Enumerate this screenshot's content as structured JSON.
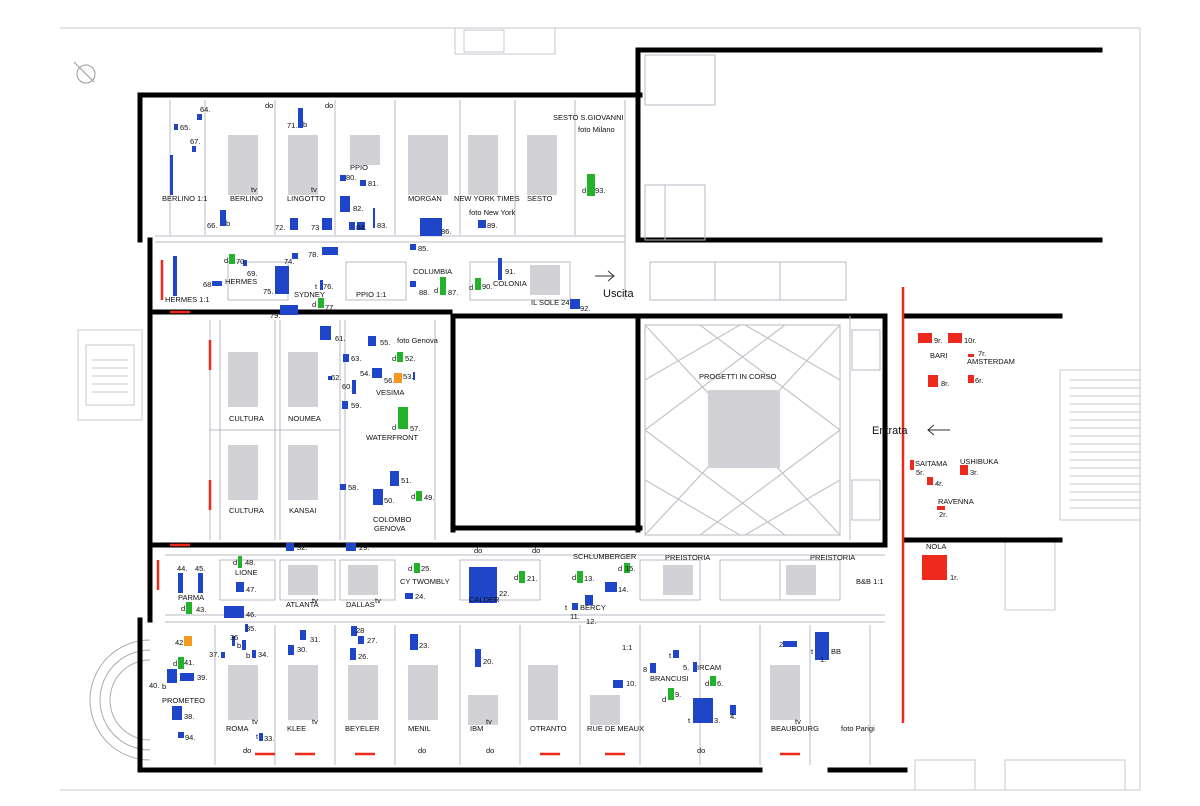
{
  "labels": {
    "berlino_1_1": "BERLINO 1:1",
    "berlino": "BERLINO",
    "lingotto": "LINGOTTO",
    "ppio_top": "PPIO",
    "morgan": "MORGAN",
    "new_york_times": "NEW YORK TIMES",
    "foto_new_york": "foto New York",
    "sesto": "SESTO",
    "sesto_s_giovanni": "SESTO S.GIOVANNI",
    "foto_milano": "foto Milano",
    "hermes": "HERMES",
    "hermes_1_1": "HERMES 1:1",
    "sydney": "SYDNEY",
    "ppio_1_1": "PPIO 1:1",
    "columbia": "COLUMBIA",
    "colonia": "COLONIA",
    "il_sole_24": "IL SOLE 24",
    "uscita": "Uscita",
    "foto_genova": "foto Genova",
    "vesima": "VESIMA",
    "waterfront": "WATERFRONT",
    "cultura_a": "CULTURA",
    "cultura_b": "CULTURA",
    "noumea": "NOUMEA",
    "kansai": "KANSAI",
    "colombo_genova_1": "COLOMBO",
    "colombo_genova_2": "GENOVA",
    "progetti_in_corso": "PROGETTI IN CORSO",
    "entrata": "Entrata",
    "bari": "BARI",
    "amsterdam": "AMSTERDAM",
    "saitama": "SAITAMA",
    "ushibuka": "USHIBUKA",
    "ravenna": "RAVENNA",
    "nola": "NOLA",
    "lione": "LIONE",
    "parma": "PARMA",
    "atlanta": "ATLANTA",
    "dallas": "DALLAS",
    "cy_twombly": "CY TWOMBLY",
    "calder": "CALDER",
    "schlumberger": "SCHLUMBERGER",
    "bercy": "BERCY",
    "preistoria_a": "PREISTORIA",
    "preistoria_b": "PREISTORIA",
    "bb_1_1": "B&B 1:1",
    "prometeo": "PROMETEO",
    "roma": "ROMA",
    "klee": "KLEE",
    "beyeler": "BEYELER",
    "menil": "MENIL",
    "ibm": "IBM",
    "otranto": "OTRANTO",
    "rue_de_meaux": "RUE DE MEAUX",
    "brancusi": "BRANCUSI",
    "ircam": "IRCAM",
    "beaubourg": "BEAUBOURG",
    "foto_parigi": "foto Parigi",
    "bb": "BB",
    "scale_1_1": "1:1"
  },
  "small": {
    "tv": "tv",
    "do": "do",
    "d": "d",
    "b": "b",
    "t": "t"
  },
  "numbers": {
    "n1r": "1r.",
    "n2r": "2r.",
    "n3r": "3r.",
    "n4r": "4r.",
    "n5r": "5r.",
    "n6r": "6r.",
    "n7r": "7r.",
    "n8r": "8r.",
    "n9r": "9r.",
    "n10r": "10r.",
    "n1": "1.",
    "n2": "2",
    "n3": "3.",
    "n4": "4.",
    "n5": "5.",
    "n6": "6.",
    "n8": "8",
    "n9": "9.",
    "n10": "10.",
    "n11": "11.",
    "n12": "12.",
    "n13": "13.",
    "n14": "14.",
    "n15": "15.",
    "n20": "20.",
    "n21": "21.",
    "n22": "22.",
    "n23": "23.",
    "n24": "24.",
    "n25": "25.",
    "n26": "26.",
    "n27": "27.",
    "n28": "28",
    "n29": "29.",
    "n30": "30.",
    "n31": "31.",
    "n32": "32.",
    "n33": "33.",
    "n34": "34.",
    "n35": "35.",
    "n36": "36",
    "n37": "37.",
    "n38": "38.",
    "n39": "39.",
    "n40": "40.",
    "n41": "41.",
    "n42": "42",
    "n43": "43.",
    "n44": "44.",
    "n45": "45.",
    "n46": "46.",
    "n47": "47.",
    "n48": "48.",
    "n49": "49.",
    "n50": "50.",
    "n51": "51.",
    "n52": "52.",
    "n53": "53.",
    "n54": "54.",
    "n55": "55.",
    "n56": "56.",
    "n57": "57.",
    "n58": "58.",
    "n59": "59.",
    "n60": "60",
    "n61": "61.",
    "n62": "62.",
    "n63": "63.",
    "n64": "64.",
    "n65": "65.",
    "n66": "66.",
    "n67": "67.",
    "n68": "68",
    "n69": "69.",
    "n70": "70.",
    "n71": "71.",
    "n72": "72.",
    "n73": "73",
    "n74": "74.",
    "n75": "75.",
    "n76": "76.",
    "n77": "77.",
    "n78": "78.",
    "n79": "79.",
    "n80": "80.",
    "n81": "81.",
    "n82": "82.",
    "n83": "83.",
    "n84": "84.",
    "n85": "85.",
    "n86": "86.",
    "n87": "87.",
    "n88": "88.",
    "n89": "89.",
    "n90": "90.",
    "n91": "91.",
    "n92": "92.",
    "n93": "93.",
    "n94": "94."
  },
  "colors": {
    "wall": "#000000",
    "partition": "#b9b9c6",
    "plinth": "#d2d2d6",
    "blue_item": "#1f45c8",
    "green_item": "#22b32a",
    "red_item": "#ee2a1c",
    "orange_item": "#f59a1e",
    "red_line": "#ee2a1c"
  },
  "icons": {
    "north_arrow": "north-arrow-icon",
    "exit_arrow": "arrow-right-icon",
    "entry_arrow": "arrow-left-icon"
  }
}
